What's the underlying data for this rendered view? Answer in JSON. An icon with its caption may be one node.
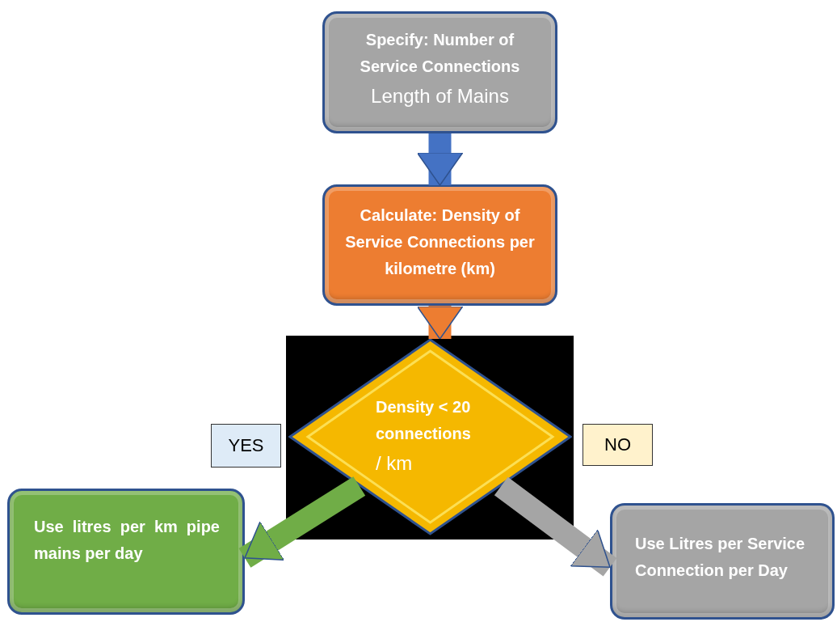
{
  "diagram": {
    "nodes": [
      {
        "text": [
          "Specify: Number of Service Connections",
          "Length of Mains"
        ]
      },
      {
        "text": [
          "Calculate: Density of Service Connections per kilometre (km)"
        ]
      },
      {
        "text": [
          "Density < 20 connections",
          "/ km"
        ]
      },
      {
        "text": [
          "YES"
        ]
      },
      {
        "text": [
          "NO"
        ]
      },
      {
        "text": [
          "Use litres per km pipe mains per day"
        ]
      },
      {
        "text": [
          "Use Litres per Service Connection per Day"
        ]
      }
    ],
    "edges": [
      {
        "from": 0,
        "to": 1,
        "arrow": "to",
        "color": "#4472c4"
      },
      {
        "from": 1,
        "to": 2,
        "arrow": "to",
        "color": "#ed7d31"
      },
      {
        "from": 2,
        "to": 5,
        "arrow": "to",
        "color": "#70ad47"
      },
      {
        "from": 2,
        "to": 6,
        "arrow": "to",
        "color": "#a5a5a5"
      }
    ]
  }
}
